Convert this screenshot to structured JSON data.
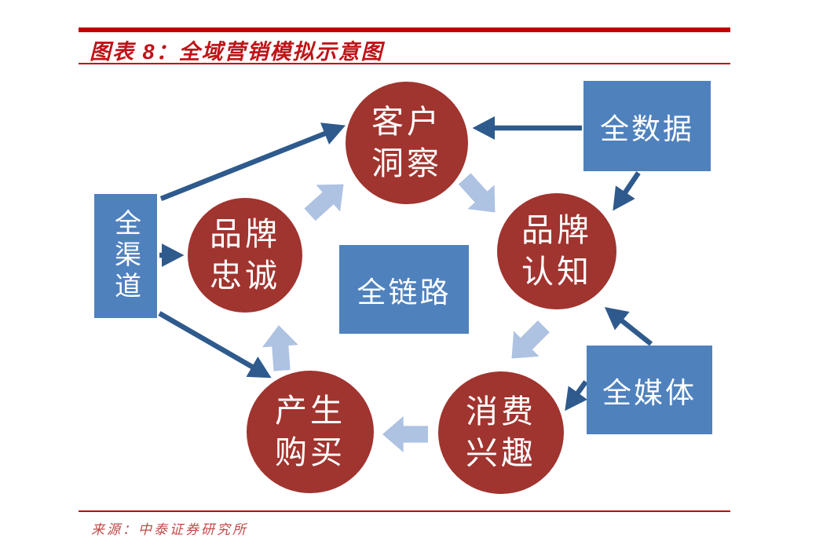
{
  "header": {
    "figure_label": "图表 8：全域营销模拟示意图"
  },
  "diagram": {
    "title": "全域营销模拟示意图",
    "nodes": {
      "insight": {
        "line1": "客户",
        "line2": "洞察"
      },
      "loyalty": {
        "line1": "品牌",
        "line2": "忠诚"
      },
      "awareness": {
        "line1": "品牌",
        "line2": "认知"
      },
      "interest": {
        "line1": "消费",
        "line2": "兴趣"
      },
      "purchase": {
        "line1": "产生",
        "line2": "购买"
      }
    },
    "boxes": {
      "data": {
        "label": "全数据"
      },
      "media": {
        "label": "全媒体"
      },
      "chain": {
        "label": "全链路"
      },
      "channel": {
        "label": "全渠道"
      }
    },
    "edges": [
      {
        "from": "全渠道",
        "to": "客户洞察",
        "style": "straight"
      },
      {
        "from": "全渠道",
        "to": "品牌忠诚",
        "style": "straight"
      },
      {
        "from": "全渠道",
        "to": "产生购买",
        "style": "straight"
      },
      {
        "from": "全数据",
        "to": "客户洞察",
        "style": "straight"
      },
      {
        "from": "全数据",
        "to": "品牌认知",
        "style": "straight"
      },
      {
        "from": "全媒体",
        "to": "品牌认知",
        "style": "straight"
      },
      {
        "from": "全媒体",
        "to": "消费兴趣",
        "style": "straight"
      },
      {
        "from": "品牌忠诚",
        "to": "客户洞察",
        "style": "cycle-block"
      },
      {
        "from": "客户洞察",
        "to": "品牌认知",
        "style": "cycle-block"
      },
      {
        "from": "品牌认知",
        "to": "消费兴趣",
        "style": "cycle-block"
      },
      {
        "from": "消费兴趣",
        "to": "产生购买",
        "style": "cycle-block"
      },
      {
        "from": "产生购买",
        "to": "品牌忠诚",
        "style": "cycle-block"
      }
    ]
  },
  "footer": {
    "source": "来源：中泰证券研究所"
  },
  "colors": {
    "circle_fill": "#A0342F",
    "box_fill": "#4F81BD",
    "straight_arrow": "#2E5A8D",
    "block_arrow": "#AEC2E2",
    "accent_red": "#C00000",
    "title_red": "#BE1418",
    "source_red": "#BE4B48",
    "node_text": "#FFFFFF"
  }
}
